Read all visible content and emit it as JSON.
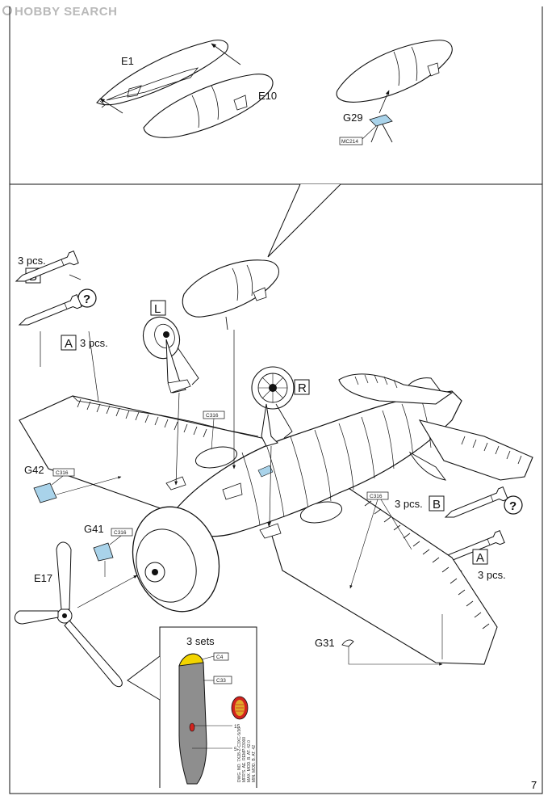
{
  "watermark": "HOBBY SEARCH",
  "page_number": "7",
  "parts": {
    "e1": "E1",
    "e10": "E10",
    "g29": "G29",
    "mc214": "MC214",
    "g42": "G42",
    "g41": "G41",
    "e17": "E17",
    "g31": "G31",
    "c316": "C316",
    "c4": "C4",
    "c33": "C33",
    "decal_15": "15",
    "decal_5": "5"
  },
  "markers": {
    "box_b": "B",
    "box_a": "A",
    "box_l": "L",
    "box_r": "R",
    "question": "?"
  },
  "quantities": {
    "three_pcs": "3 pcs.",
    "three_sets": "3 sets"
  },
  "prop_stencil": [
    "DWG. NO. 7X28-Z-C3XC-5/36",
    "MFR'S. AE. REMP.23000",
    "MAX. MOD. B. AT. 42.0",
    "MIN. MOD. B. AT. 42"
  ],
  "colors": {
    "line": "#111111",
    "interior_blue": "#a9d3ea",
    "prop_gray": "#8e8e8e",
    "prop_tip_yellow": "#f2d400",
    "decal_red": "#d2231e",
    "decal_gold": "#e0a82a"
  }
}
